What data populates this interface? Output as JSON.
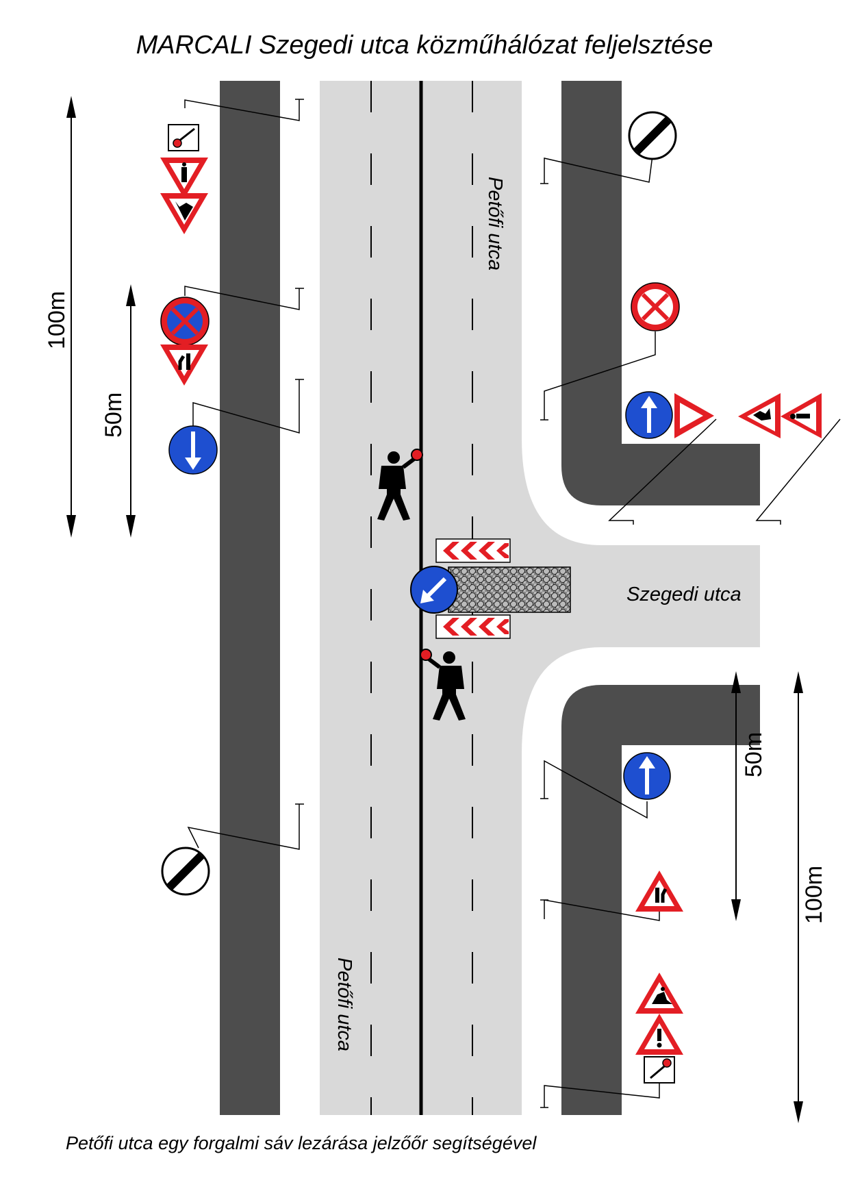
{
  "title": "MARCALI Szegedi utca közműhálózat feljelsztése",
  "caption": "Petőfi utca egy forgalmi sáv lezárása jelzőőr segítségével",
  "streets": {
    "main_upper": "Petőfi utca",
    "main_lower": "Petőfi utca",
    "side": "Szegedi utca"
  },
  "dimensions": {
    "left_long": "100m",
    "left_short": "50m",
    "right_short": "50m",
    "right_long": "100m"
  },
  "signs": {
    "top_left_stack": [
      "flagman-plate",
      "yield-roadwork-triangle",
      "yield-roadwork-triangle"
    ],
    "upper_left_stack": [
      "no-stopping-sign",
      "lane-narrowing-triangle"
    ],
    "left_mandatory": "keep-straight-down-sign",
    "top_right": "end-of-restrictions-sign",
    "upper_right": "no-stopping-sign",
    "corner_right": [
      "mandatory-straight-sign",
      "yield-sign"
    ],
    "far_right": [
      "roadwork-warning-triangle",
      "danger-warning-triangle"
    ],
    "work_zone": [
      "chevron-board",
      "keep-left-diagonal-sign",
      "chevron-board"
    ],
    "lower_left": "end-of-restrictions-sign",
    "lower_right_mandatory": "mandatory-straight-sign",
    "lower_right_warning": "lane-narrowing-triangle",
    "bottom_right_stack": [
      "roadwork-warning-triangle",
      "danger-warning-triangle",
      "flagman-plate"
    ]
  },
  "colors": {
    "sign_red": "#e31e24",
    "sign_blue": "#1e4fd0",
    "road_gray": "#d9d9d9",
    "sidewalk_dark": "#4d4d4d"
  }
}
